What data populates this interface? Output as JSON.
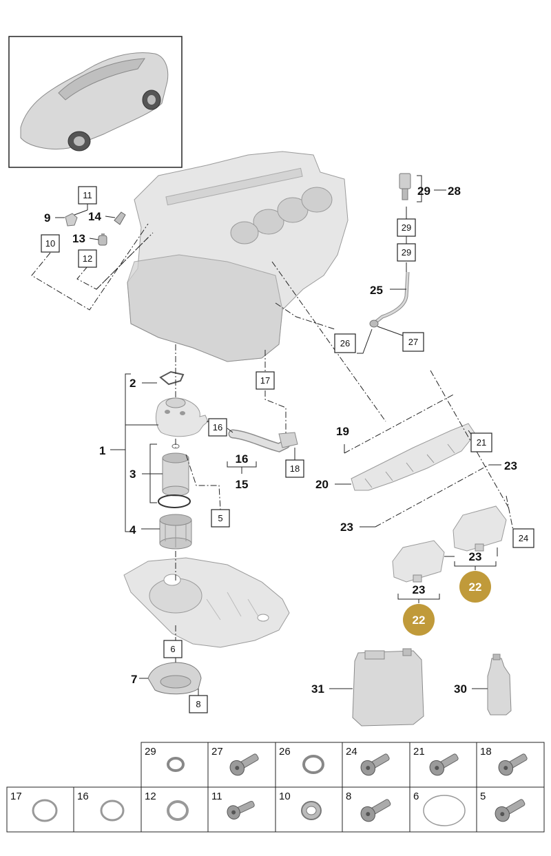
{
  "callouts": {
    "p1": "1",
    "p2": "2",
    "p3": "3",
    "p4": "4",
    "p5": "5",
    "p6": "6",
    "p7": "7",
    "p8": "8",
    "p9": "9",
    "p10": "10",
    "p11": "11",
    "p12": "12",
    "p13": "13",
    "p14": "14",
    "p15": "15",
    "p16a": "16",
    "p16b": "16",
    "p17": "17",
    "p18": "18",
    "p19": "19",
    "p20": "20",
    "p21": "21",
    "p23a": "23",
    "p23b": "23",
    "p23c": "23",
    "p23d": "23",
    "p24": "24",
    "p25": "25",
    "p26": "26",
    "p27": "27",
    "p28": "28",
    "p29a": "29",
    "p29b": "29",
    "p29c": "29",
    "p30": "30",
    "p31": "31"
  },
  "badges": {
    "b1": "22",
    "b2": "22"
  },
  "colors": {
    "badge": "#c09a3a",
    "part": "#e6e6e6",
    "line": "#222222"
  },
  "table": {
    "row1": [
      "29",
      "27",
      "26",
      "24",
      "21",
      "18"
    ],
    "row2": [
      "17",
      "16",
      "12",
      "11",
      "10",
      "8",
      "6",
      "5"
    ]
  }
}
